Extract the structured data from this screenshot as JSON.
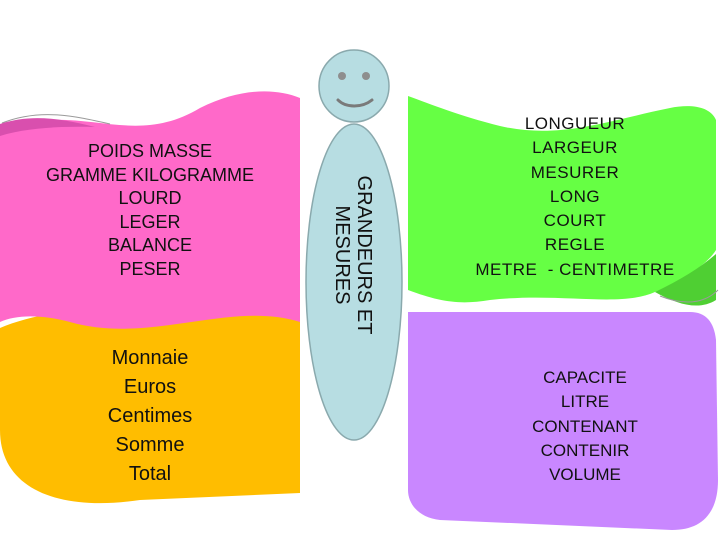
{
  "colors": {
    "pink": "#ff69c9",
    "yellow": "#ffbd00",
    "green": "#66ff44",
    "purple": "#c987ff",
    "head": "#b7dde2",
    "outline": "#9a9a9a"
  },
  "body": {
    "lines": [
      "GRANDEURS ET",
      "MESURES"
    ]
  },
  "wings": {
    "top_left": {
      "lines": [
        "POIDS MASSE",
        "GRAMME KILOGRAMME",
        "LOURD",
        "LEGER",
        "BALANCE",
        "PESER"
      ]
    },
    "bottom_left": {
      "lines": [
        "Monnaie",
        "Euros",
        "Centimes",
        "Somme",
        "Total"
      ]
    },
    "top_right": {
      "lines": [
        "LONGUEUR",
        "LARGEUR",
        "MESURER",
        "LONG",
        "COURT",
        "REGLE",
        "METRE  - CENTIMETRE"
      ]
    },
    "bottom_right": {
      "lines": [
        "CAPACITE",
        "LITRE",
        "CONTENANT",
        "CONTENIR",
        "VOLUME"
      ]
    }
  }
}
